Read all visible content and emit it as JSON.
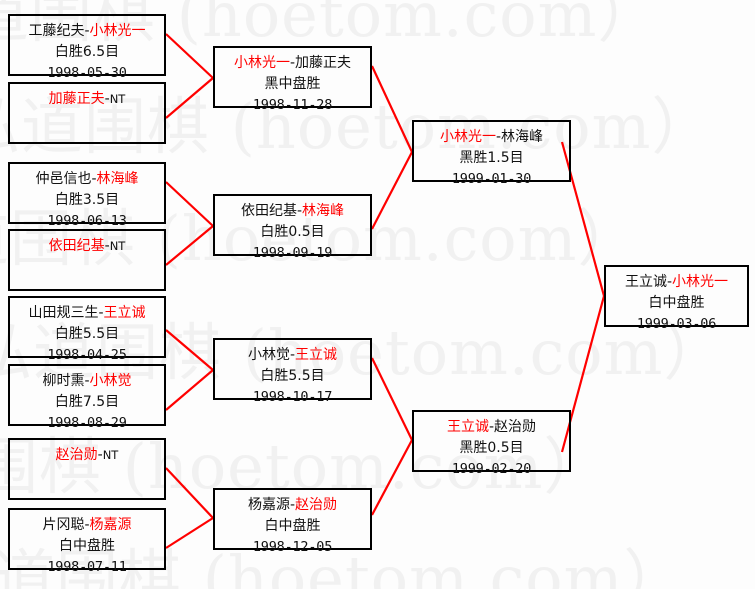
{
  "watermark": {
    "text": "弘道围棋 (hoetom.com）",
    "color": "#f1f1f1"
  },
  "colors": {
    "connector": "#ff0000",
    "box_border": "#000000",
    "winner_text": "#ff0000",
    "loser_text": "#111111",
    "background": "#fdfdfd"
  },
  "bracket": {
    "rounds": [
      {
        "name": "round-1",
        "matches": [
          {
            "id": "r1m1",
            "left_player": "工藤纪夫",
            "left_color": "black",
            "separator": "-",
            "right_player": "小林光一",
            "right_color": "red",
            "result": "白胜6.5目",
            "date": "1998-05-30",
            "bye": false
          },
          {
            "id": "r1m2",
            "left_player": "加藤正夫",
            "left_color": "red",
            "separator": "-",
            "right_player": "NT",
            "right_color": "black",
            "result": "",
            "date": "",
            "bye": true
          },
          {
            "id": "r1m3",
            "left_player": "仲邑信也",
            "left_color": "black",
            "separator": "-",
            "right_player": "林海峰",
            "right_color": "red",
            "result": "白胜3.5目",
            "date": "1998-06-13",
            "bye": false
          },
          {
            "id": "r1m4",
            "left_player": "依田纪基",
            "left_color": "red",
            "separator": "-",
            "right_player": "NT",
            "right_color": "black",
            "result": "",
            "date": "",
            "bye": true
          },
          {
            "id": "r1m5",
            "left_player": "山田规三生",
            "left_color": "black",
            "separator": "-",
            "right_player": "王立诚",
            "right_color": "red",
            "result": "白胜5.5目",
            "date": "1998-04-25",
            "bye": false
          },
          {
            "id": "r1m6",
            "left_player": "柳时熏",
            "left_color": "black",
            "separator": "-",
            "right_player": "小林觉",
            "right_color": "red",
            "result": "白胜7.5目",
            "date": "1998-08-29",
            "bye": false
          },
          {
            "id": "r1m7",
            "left_player": "赵治勋",
            "left_color": "red",
            "separator": "-",
            "right_player": "NT",
            "right_color": "black",
            "result": "",
            "date": "",
            "bye": true
          },
          {
            "id": "r1m8",
            "left_player": "片冈聪",
            "left_color": "black",
            "separator": "-",
            "right_player": "杨嘉源",
            "right_color": "red",
            "result": "白中盘胜",
            "date": "1998-07-11",
            "bye": false
          }
        ]
      },
      {
        "name": "round-2",
        "matches": [
          {
            "id": "r2m1",
            "left_player": "小林光一",
            "left_color": "red",
            "separator": "-",
            "right_player": "加藤正夫",
            "right_color": "black",
            "result": "黑中盘胜",
            "date": "1998-11-28",
            "bye": false
          },
          {
            "id": "r2m2",
            "left_player": "依田纪基",
            "left_color": "black",
            "separator": "-",
            "right_player": "林海峰",
            "right_color": "red",
            "result": "白胜0.5目",
            "date": "1998-09-19",
            "bye": false
          },
          {
            "id": "r2m3",
            "left_player": "小林觉",
            "left_color": "black",
            "separator": "-",
            "right_player": "王立诚",
            "right_color": "red",
            "result": "白胜5.5目",
            "date": "1998-10-17",
            "bye": false
          },
          {
            "id": "r2m4",
            "left_player": "杨嘉源",
            "left_color": "black",
            "separator": "-",
            "right_player": "赵治勋",
            "right_color": "red",
            "result": "白中盘胜",
            "date": "1998-12-05",
            "bye": false
          }
        ]
      },
      {
        "name": "semifinal",
        "matches": [
          {
            "id": "sf1",
            "left_player": "小林光一",
            "left_color": "red",
            "separator": "-",
            "right_player": "林海峰",
            "right_color": "black",
            "result": "黑胜1.5目",
            "date": "1999-01-30",
            "bye": false
          },
          {
            "id": "sf2",
            "left_player": "王立诚",
            "left_color": "red",
            "separator": "-",
            "right_player": "赵治勋",
            "right_color": "black",
            "result": "黑胜0.5目",
            "date": "1999-02-20",
            "bye": false
          }
        ]
      },
      {
        "name": "final",
        "matches": [
          {
            "id": "f1",
            "left_player": "王立诚",
            "left_color": "black",
            "separator": "-",
            "right_player": "小林光一",
            "right_color": "red",
            "result": "白中盘胜",
            "date": "1999-03-06",
            "bye": false
          }
        ]
      }
    ]
  }
}
